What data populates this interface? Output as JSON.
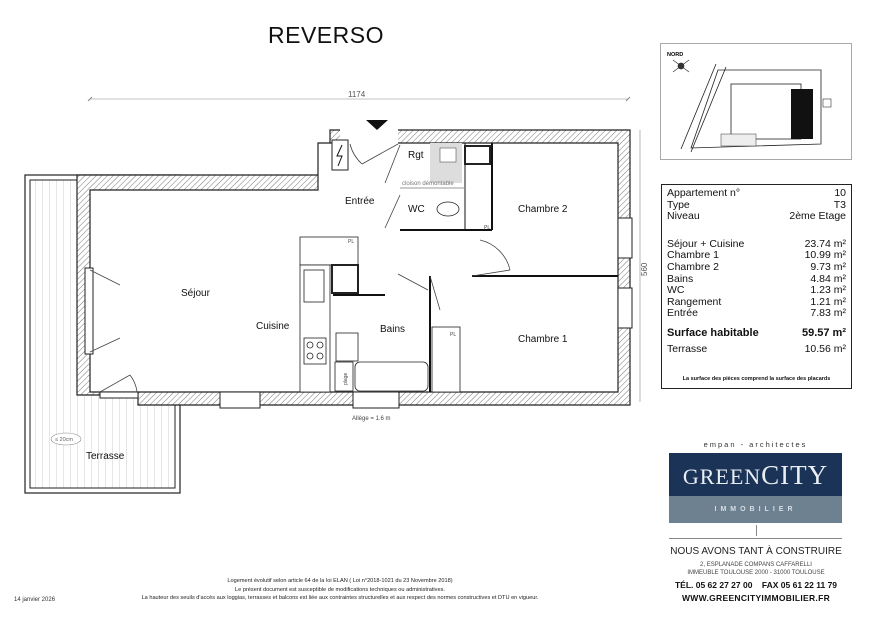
{
  "title": "REVERSO",
  "plan": {
    "dim_width": "1174",
    "dim_height": "560",
    "rooms": {
      "sejour": "Séjour",
      "cuisine": "Cuisine",
      "entree": "Entrée",
      "rgt": "Rgt",
      "wc": "WC",
      "chambre2": "Chambre 2",
      "chambre1": "Chambre 1",
      "bains": "Bains",
      "terrasse": "Terrasse"
    },
    "cloison": "cloison démontable",
    "pl": "PL",
    "plage": "plage",
    "seuil": "≤ 20cm",
    "allege": "Allège = 1.6 m"
  },
  "sitemap": {
    "nord": "NORD"
  },
  "info": {
    "rows_head": [
      {
        "label": "Appartement n°",
        "value": "10"
      },
      {
        "label": "Type",
        "value": "T3"
      },
      {
        "label": "Niveau",
        "value": "2ème Etage"
      }
    ],
    "rooms": [
      {
        "label": "Séjour + Cuisine",
        "value": "23.74 m²"
      },
      {
        "label": "Chambre 1",
        "value": "10.99 m²"
      },
      {
        "label": "Chambre 2",
        "value": "9.73 m²"
      },
      {
        "label": "Bains",
        "value": "4.84 m²"
      },
      {
        "label": "WC",
        "value": "1.23 m²"
      },
      {
        "label": "Rangement",
        "value": "1.21 m²"
      },
      {
        "label": "Entrée",
        "value": "7.83 m²"
      }
    ],
    "total": {
      "label": "Surface habitable",
      "value": "59.57 m²"
    },
    "terrasse": {
      "label": "Terrasse",
      "value": "10.56 m²"
    },
    "note": "La surface des pièces comprend la surface des placards"
  },
  "brand": {
    "architect": "empan - architectes",
    "logo_green": "GREEN",
    "logo_city": "CITY",
    "logo_sub": "IMMOBILIER",
    "slogan": "NOUS AVONS TANT À CONSTRUIRE",
    "address1": "2, ESPLANADE COMPANS CAFFARELLI",
    "address2": "IMMEUBLE TOULOUSE 2000 - 31000 TOULOUSE",
    "tel": "TÉL. 05 62 27 27 00    FAX 05 61 22 11 79",
    "web": "WWW.GREENCITYIMMOBILIER.FR",
    "colors": {
      "navy": "#1b3357",
      "grey": "#6e8190"
    }
  },
  "footer": {
    "notes": [
      "Logement évolutif selon article 64 de la loi ELAN ( Loi n°2018-1021 du 23 Novembre 2018)",
      "Le présent document est susceptible de modifications techniques ou administratives.",
      "La hauteur des seuils d'accès aux loggias, terrasses et balcons est liée aux contraintes structurelles et aux respect des normes constructives et DTU en vigueur."
    ],
    "date": "14 janvier 2026"
  }
}
